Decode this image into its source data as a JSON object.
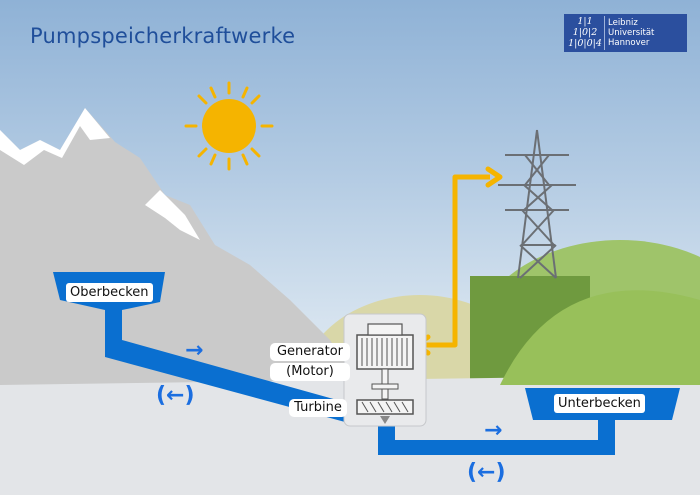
{
  "title": "Pumpspeicherkraftwerke",
  "logo": {
    "mark_lines": [
      "1|1",
      "1|0|2",
      "1|0|0|4"
    ],
    "line1": "Leibniz",
    "line2": "Universität",
    "line3": "Hannover"
  },
  "labels": {
    "upper_reservoir": "Oberbecken",
    "lower_reservoir": "Unterbecken",
    "generator": "Generator",
    "motor": "(Motor)",
    "turbine": "Turbine"
  },
  "flow_arrows": {
    "upper_forward": "→",
    "upper_backward": "(←)",
    "lower_forward": "→",
    "lower_backward": "(←)"
  },
  "colors": {
    "water": "#0a6fd0",
    "power_line": "#f5b400",
    "sun": "#f5b400",
    "mountain": "#c8c8c8",
    "hill_green": "#9bc25a",
    "hill_dark": "#6f9a3f"
  },
  "icons": [
    "sun-icon",
    "power-pylon-icon",
    "generator-icon",
    "turbine-icon"
  ]
}
